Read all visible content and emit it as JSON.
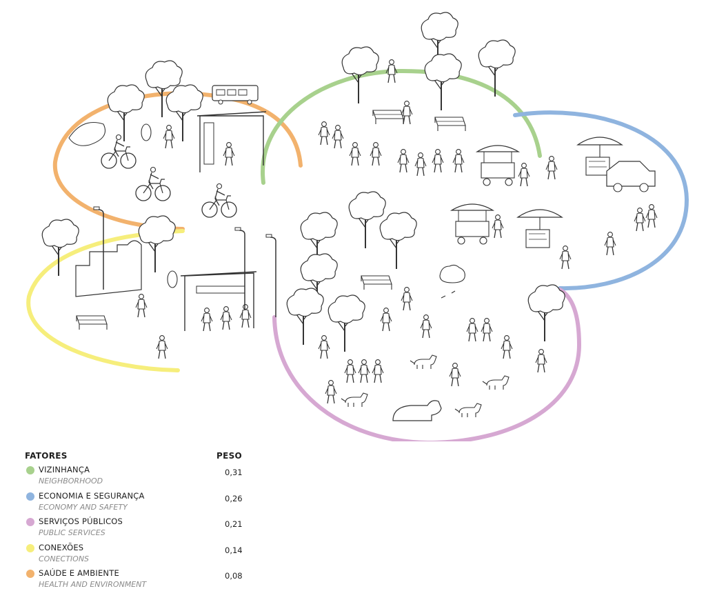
{
  "legend": {
    "header_factors": "FATORES",
    "header_weight": "PESO",
    "items": [
      {
        "label": "VIZINHANÇA",
        "sublabel": "NEIGHBORHOOD",
        "weight": "0,31",
        "color": "#a8d18d"
      },
      {
        "label": "ECONOMIA E SEGURANÇA",
        "sublabel": "ECONOMY AND SAFETY",
        "weight": "0,26",
        "color": "#8fb4df"
      },
      {
        "label": "SERVIÇOS PÚBLICOS",
        "sublabel": "PUBLIC SERVICES",
        "weight": "0,21",
        "color": "#d6a8d2"
      },
      {
        "label": "CONEXÕES",
        "sublabel": "CONECTIONS",
        "weight": "0,14",
        "color": "#f6ee7c"
      },
      {
        "label": "SAÚDE E AMBIENTE",
        "sublabel": "HEALTH AND ENVIRONMENT",
        "weight": "0,08",
        "color": "#f2b26d"
      }
    ]
  },
  "icons": [
    "tree-icon",
    "person-icon",
    "bench-icon",
    "bicycle-icon",
    "bus-icon",
    "bus-stop-icon",
    "umbrella-stall-icon",
    "food-cart-icon",
    "dog-icon",
    "car-icon",
    "street-lamp-icon"
  ]
}
